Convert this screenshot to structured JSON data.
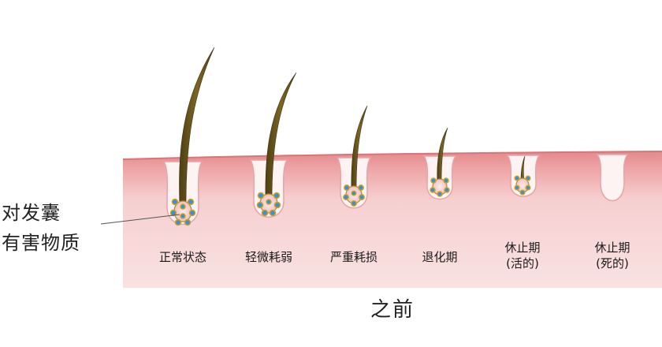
{
  "callout": {
    "line1": "对发囊",
    "line2": "有害物质"
  },
  "stages": [
    {
      "label": "正常状态",
      "sublabel": ""
    },
    {
      "label": "轻微耗弱",
      "sublabel": ""
    },
    {
      "label": "严重耗损",
      "sublabel": ""
    },
    {
      "label": "退化期",
      "sublabel": ""
    },
    {
      "label": "休止期",
      "sublabel": "(活的)"
    },
    {
      "label": "休止期",
      "sublabel": "(死的)"
    }
  ],
  "caption": "之前",
  "colors": {
    "skin_light": "#f7dcdc",
    "skin_dark": "#e99a9c",
    "hair": "#6e5a1f",
    "cell_blue": "#3e8fcf",
    "cell_gold": "#c9a227"
  }
}
